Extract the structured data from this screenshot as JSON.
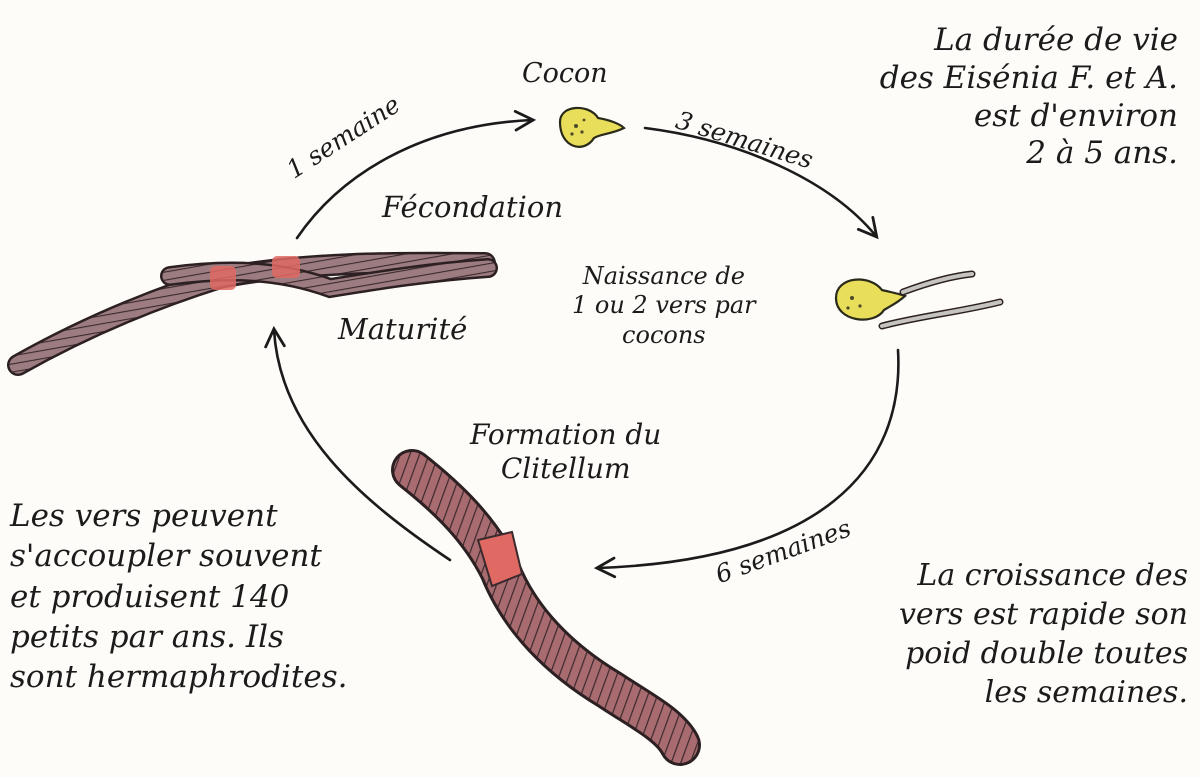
{
  "stages": {
    "cocon": "Cocon",
    "fecondation": "Fécondation",
    "maturite": "Maturité",
    "naissance": "Naissance de\n1 ou 2 vers par\ncocons",
    "clitellum": "Formation du\nClitellum"
  },
  "durations": {
    "top_left": "1 semaine",
    "top_right": "3 semaines",
    "bottom_right": "6 semaines"
  },
  "notes": {
    "lifespan": "La durée de vie\ndes Eisénia F. et A.\nest d'environ\n2 à 5 ans.",
    "reproduction": "Les vers peuvent\ns'accoupler souvent\net produisent 140\npetits par ans. Ils\nsont hermaphrodites.",
    "growth": "La croissance des\nvers est rapide son\npoid double toutes\nles semaines."
  },
  "colors": {
    "worm_body": "#8b6b70",
    "clitellum": "#e06a63",
    "cocoon": "#e9de5a",
    "ink": "#1b1b1b"
  }
}
